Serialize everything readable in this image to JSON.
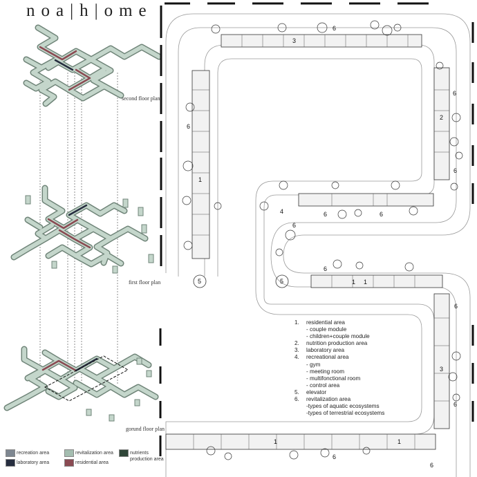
{
  "title": "noa|h|ome",
  "floors": {
    "second": "second floor plan",
    "first": "first floor plan",
    "ground": "gorund floor plan"
  },
  "legend": [
    {
      "label": "recreation area",
      "color": "#7e8791"
    },
    {
      "label": "revitalization area",
      "color": "#a4bdb0"
    },
    {
      "label": "nutrients production area",
      "color": "#2f4638"
    },
    {
      "label": "laboratory area",
      "color": "#262d3f"
    },
    {
      "label": "residential area",
      "color": "#8a4a52"
    }
  ],
  "key": [
    {
      "num": "1.",
      "text": "residential area"
    },
    {
      "num": "",
      "text": "- couple module"
    },
    {
      "num": "",
      "text": "- children+couple module"
    },
    {
      "num": "2.",
      "text": "nutrition production area"
    },
    {
      "num": "3.",
      "text": "laboratory area"
    },
    {
      "num": "4.",
      "text": "recreational area"
    },
    {
      "num": "",
      "text": "- gym"
    },
    {
      "num": "",
      "text": "- meeting room"
    },
    {
      "num": "",
      "text": "- multifonctional room"
    },
    {
      "num": "",
      "text": "- control area"
    },
    {
      "num": "5.",
      "text": "elevator"
    },
    {
      "num": "6.",
      "text": "revitalization area"
    },
    {
      "num": "",
      "text": "-types of aquatic ecosystems"
    },
    {
      "num": "",
      "text": "-types of terrestrial ecosystems"
    }
  ],
  "plan_labels": {
    "top_6": "6",
    "top_3": "3",
    "left_6": "6",
    "left_1": "1",
    "left_5": "5",
    "right_6a": "6",
    "right_2": "2",
    "right_6b": "6",
    "mid_4": "4",
    "mid_6a": "6",
    "mid_6b": "6",
    "mid_6c": "6",
    "mid_6d": "6",
    "mid_1a": "1",
    "mid_1b": "1",
    "mid_5": "5",
    "low_6a": "6",
    "low_3": "3",
    "low_6b": "6",
    "bot_1a": "1",
    "bot_1b": "1",
    "bot_6a": "6",
    "bot_6b": "6"
  }
}
